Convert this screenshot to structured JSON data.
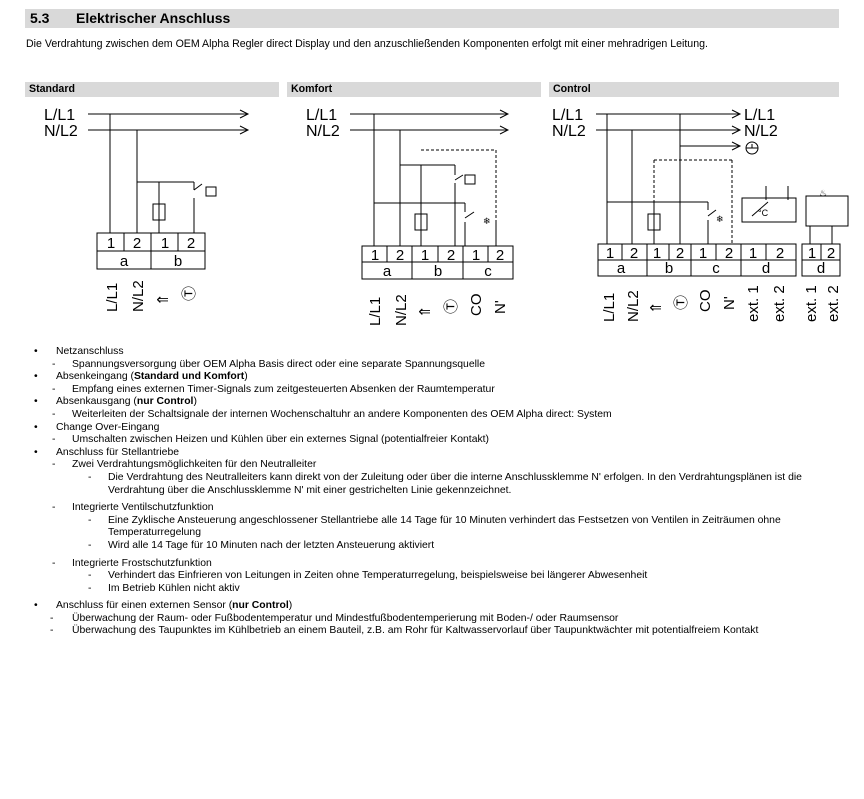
{
  "section": {
    "number": "5.3",
    "title": "Elektrischer Anschluss"
  },
  "intro": "Die Verdrahtung zwischen dem OEM Alpha Regler direct Display und den anzuschließenden Komponenten erfolgt mit einer mehradrigen Leitung.",
  "diagrams": {
    "standard": {
      "heading": "Standard",
      "lines": [
        "L/L1",
        "N/L2"
      ],
      "terminals": [
        "1",
        "2",
        "1",
        "2"
      ],
      "groups": [
        "a",
        "b"
      ],
      "bottom_labels": [
        "L/L1",
        "N/L2",
        "⇑",
        "Ⓣ"
      ]
    },
    "komfort": {
      "heading": "Komfort",
      "lines": [
        "L/L1",
        "N/L2"
      ],
      "terminals": [
        "1",
        "2",
        "1",
        "2",
        "1",
        "2"
      ],
      "groups": [
        "a",
        "b",
        "c"
      ],
      "bottom_labels": [
        "L/L1",
        "N/L2",
        "⇑",
        "Ⓣ",
        "CO",
        "N'"
      ]
    },
    "control": {
      "heading": "Control",
      "lines": [
        "L/L1",
        "N/L2"
      ],
      "outputs": [
        "L/L1",
        "N/L2"
      ],
      "terminals": [
        "1",
        "2",
        "1",
        "2",
        "1",
        "2",
        "1",
        "2"
      ],
      "groups": [
        "a",
        "b",
        "c",
        "d"
      ],
      "bottom_labels": [
        "L/L1",
        "N/L2",
        "⇑",
        "Ⓣ",
        "CO",
        "N'",
        "ext. 1",
        "ext. 2"
      ],
      "sensor_unit": "°C",
      "extra": {
        "terminals": [
          "1",
          "2"
        ],
        "group": "d",
        "bottom_labels": [
          "ext. 1",
          "ext. 2"
        ]
      }
    }
  },
  "list": {
    "netz": "Netzanschluss",
    "netz_1": "Spannungsversorgung über OEM Alpha Basis direct oder eine separate Spannungsquelle",
    "absenk_prefix": "Absenkeingang (",
    "absenk_bold": "Standard und Komfort",
    "absenk_suffix": ")",
    "absenk_1": "Empfang eines externen Timer-Signals zum zeitgesteuerten Absenken der Raumtemperatur",
    "ausgang_prefix": "Absenkausgang (",
    "ausgang_bold": "nur Control",
    "ausgang_suffix": ")",
    "ausgang_1": "Weiterleiten der Schaltsignale der internen Wochenschaltuhr an andere Komponenten des OEM Alpha direct: System",
    "change": "Change Over-Eingang",
    "change_1": "Umschalten zwischen Heizen und Kühlen über ein externes Signal (potentialfreier Kontakt)",
    "stell": "Anschluss für Stellantriebe",
    "stell_1": "Zwei Verdrahtungsmöglichkeiten für den Neutralleiter",
    "stell_1a": "Die Verdrahtung des Neutralleiters kann direkt von der Zuleitung oder über die interne Anschlussklemme N' erfolgen. In den Verdrahtungsplänen ist die Verdrahtung über die Anschlussklemme N' mit einer gestrichelten Linie gekennzeichnet.",
    "stell_2": "Integrierte Ventilschutzfunktion",
    "stell_2a": "Eine Zyklische Ansteuerung angeschlossener Stellantriebe alle 14 Tage für 10 Minuten verhindert das Festsetzen von Ventilen in Zeiträumen ohne Temperaturregelung",
    "stell_2b": "Wird alle 14 Tage für 10 Minuten nach der letzten Ansteuerung aktiviert",
    "stell_3": "Integrierte Frostschutzfunktion",
    "stell_3a": "Verhindert das Einfrieren von Leitungen in Zeiten ohne Temperaturregelung, beispielsweise bei längerer Abwesenheit",
    "stell_3b": "Im Betrieb Kühlen nicht aktiv",
    "sensor_prefix": "Anschluss für einen externen Sensor (",
    "sensor_bold": "nur Control",
    "sensor_suffix": ")",
    "sensor_1": "Überwachung der Raum- oder Fußbodentemperatur und Mindestfußbodentemperierung mit Boden-/ oder Raumsensor",
    "sensor_2": "Überwachung des Taupunktes im Kühlbetrieb an einem Bauteil, z.B. am Rohr für Kaltwasservorlauf über Taupunktwächter mit potentialfreiem Kontakt"
  }
}
